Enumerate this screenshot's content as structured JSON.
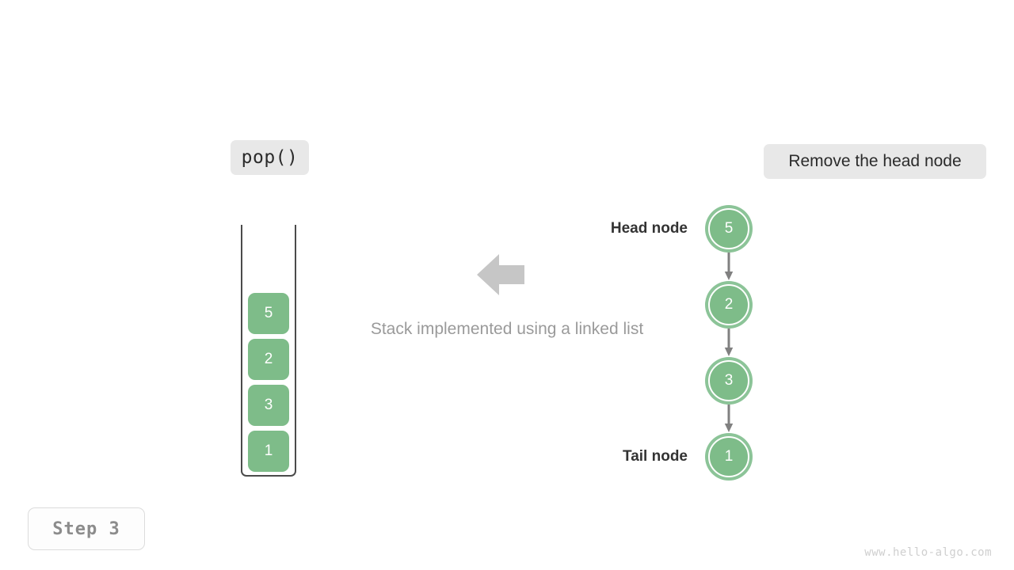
{
  "title": "Stack implemented using a linked list",
  "colors": {
    "node_fill": "#7ebc89",
    "node_ring": "#8cc498",
    "pill_bg": "#e8e8e8",
    "arrow_gray": "#c6c6c6",
    "link_gray": "#808080",
    "caption_gray": "#9a9a9a",
    "watermark_gray": "#cfcfcf",
    "container_border": "#4b4b4b"
  },
  "operation": {
    "label": "pop()"
  },
  "action": {
    "label": "Remove the head node"
  },
  "step": {
    "label": "Step 3"
  },
  "watermark": {
    "text": "www.hello-algo.com"
  },
  "caption": {
    "text": "Stack implemented using a linked list"
  },
  "transition_arrow": {
    "icon": "arrow-left-icon",
    "direction": "left"
  },
  "stack": {
    "name": "array-stack-figure",
    "orientation": "bottom-up",
    "cells": [
      {
        "value": "5"
      },
      {
        "value": "2"
      },
      {
        "value": "3"
      },
      {
        "value": "1"
      }
    ]
  },
  "linked_list": {
    "name": "linked-list-figure",
    "head_label": "Head node",
    "tail_label": "Tail node",
    "nodes": [
      {
        "value": "5",
        "role": "head"
      },
      {
        "value": "2",
        "role": "middle"
      },
      {
        "value": "3",
        "role": "middle"
      },
      {
        "value": "1",
        "role": "tail"
      }
    ],
    "link_icon": "arrow-down-icon"
  }
}
